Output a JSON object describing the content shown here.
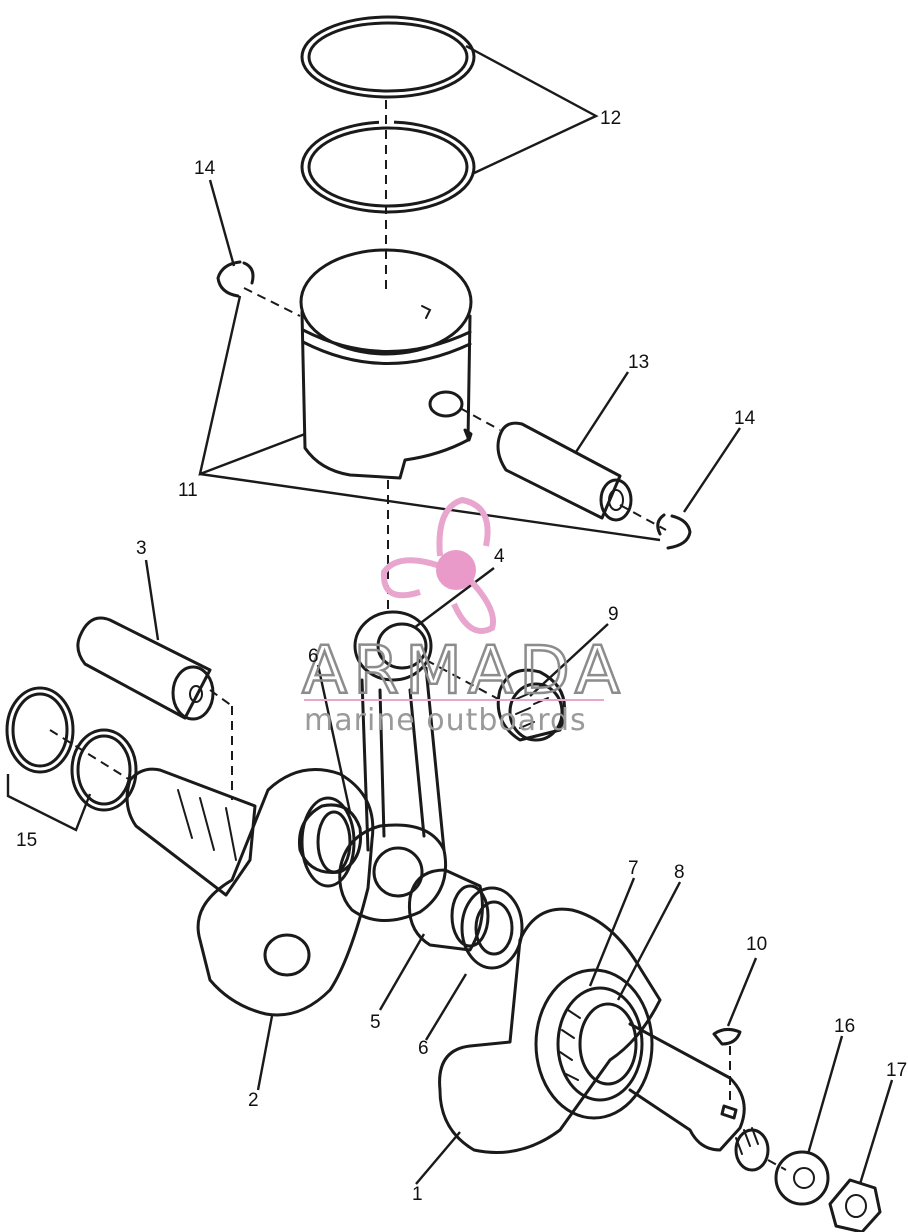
{
  "diagram": {
    "callouts": [
      "1",
      "2",
      "3",
      "4",
      "5",
      "6",
      "6",
      "7",
      "8",
      "9",
      "10",
      "11",
      "12",
      "13",
      "14",
      "14",
      "15",
      "16",
      "17"
    ]
  },
  "watermark": {
    "brand": "ARMADA",
    "tagline": "marine outboards",
    "logo_color": "#e8a6cf",
    "hub_color": "#e99ac8"
  }
}
